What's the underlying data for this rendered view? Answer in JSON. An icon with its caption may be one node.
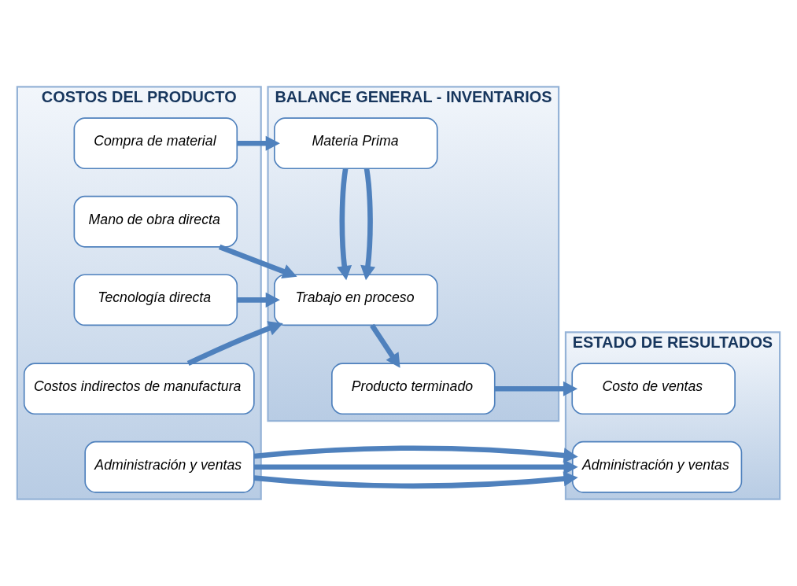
{
  "diagram": {
    "nodes": [
      {
        "text": [
          "COSTOS DEL PRODUCTO"
        ]
      },
      {
        "text": [
          "Compra de material"
        ],
        "in": 0
      },
      {
        "text": [
          "Mano de obra directa"
        ],
        "in": 0
      },
      {
        "text": [
          "Tecnología directa"
        ],
        "in": 0
      },
      {
        "text": [
          "Costos indirectos de manufactura"
        ],
        "in": 0
      },
      {
        "text": [
          "Administración y ventas"
        ],
        "in": 0
      },
      {
        "text": [
          "BALANCE GENERAL - INVENTARIOS"
        ]
      },
      {
        "text": [
          "Materia Prima"
        ],
        "in": 6
      },
      {
        "text": [
          "Trabajo en proceso"
        ],
        "in": 6
      },
      {
        "text": [
          "Producto terminado"
        ],
        "in": 6
      },
      {
        "text": [
          "ESTADO DE RESULTADOS"
        ]
      },
      {
        "text": [
          "Costo de ventas"
        ],
        "in": 10
      },
      {
        "text": [
          "Administración y ventas"
        ],
        "in": 10
      }
    ],
    "edges": [
      {
        "from": 1,
        "to": 7,
        "arrow": "to"
      },
      {
        "from": 7,
        "to": 8,
        "arrow": "to"
      },
      {
        "from": 7,
        "to": 8,
        "arrow": "to"
      },
      {
        "from": 2,
        "to": 8,
        "arrow": "to"
      },
      {
        "from": 3,
        "to": 8,
        "arrow": "to"
      },
      {
        "from": 4,
        "to": 8,
        "arrow": "to"
      },
      {
        "from": 8,
        "to": 9,
        "arrow": "to"
      },
      {
        "from": 9,
        "to": 11,
        "arrow": "to"
      },
      {
        "from": 5,
        "to": 12,
        "arrow": "to"
      },
      {
        "from": 5,
        "to": 12,
        "arrow": "to"
      },
      {
        "from": 5,
        "to": 12,
        "arrow": "to"
      }
    ]
  }
}
